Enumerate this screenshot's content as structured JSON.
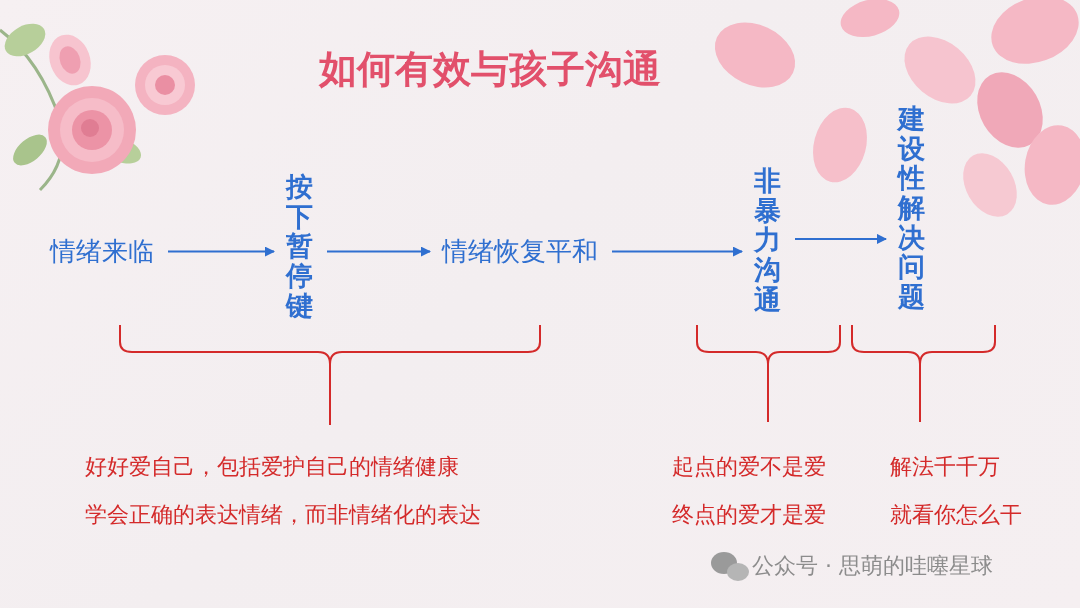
{
  "diagram": {
    "title": "如何有效与孩子沟通",
    "nodes": [
      {
        "text": [
          "情绪来临"
        ]
      },
      {
        "text": [
          "按下暂停键"
        ]
      },
      {
        "text": [
          "情绪恢复平和"
        ]
      },
      {
        "text": [
          "非暴力沟通"
        ]
      },
      {
        "text": [
          "建设性解决问题"
        ]
      }
    ],
    "edges": [
      {
        "from": 0,
        "to": 1,
        "arrow": "to"
      },
      {
        "from": 1,
        "to": 2,
        "arrow": "to"
      },
      {
        "from": 2,
        "to": 3,
        "arrow": "to"
      },
      {
        "from": 3,
        "to": 4,
        "arrow": "to"
      }
    ],
    "labels": [
      "好好爱自己，包括爱护自己的情绪健康",
      "学会正确的表达情绪，而非情绪化的表达",
      "起点的爱不是爱",
      "终点的爱才是爱",
      "解法千千万",
      "就看你怎么干",
      "公众号 · 思萌的哇噻星球"
    ]
  }
}
